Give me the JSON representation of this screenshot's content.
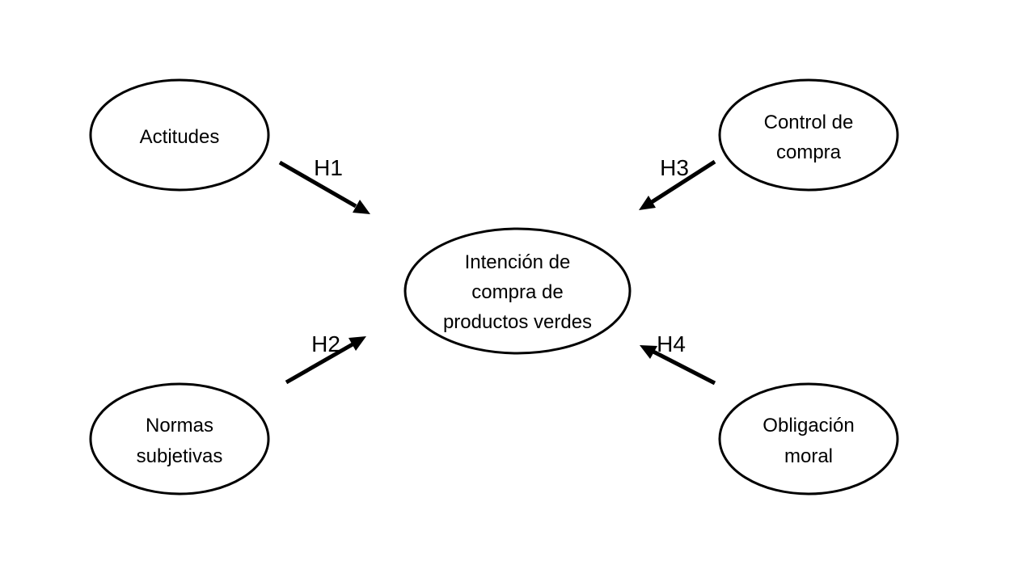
{
  "nodes": {
    "actitudes": {
      "lines": [
        "Actitudes"
      ]
    },
    "normas": {
      "lines": [
        "Normas",
        "subjetivas"
      ]
    },
    "control": {
      "lines": [
        "Control de",
        "compra"
      ]
    },
    "obligacion": {
      "lines": [
        "Obligación",
        "moral"
      ]
    },
    "intencion": {
      "lines": [
        "Intención de",
        "compra de",
        "productos verdes"
      ]
    }
  },
  "hypotheses": {
    "h1": "H1",
    "h2": "H2",
    "h3": "H3",
    "h4": "H4"
  },
  "colors": {
    "stroke": "#000000",
    "background": "#ffffff"
  }
}
